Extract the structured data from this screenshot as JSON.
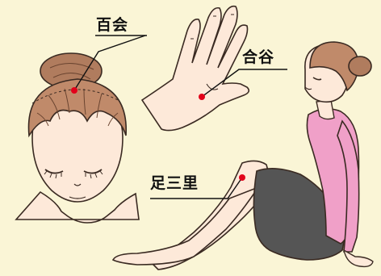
{
  "labels": {
    "baihui": "百会",
    "hegu": "合谷",
    "zusanli": "足三里"
  },
  "colors": {
    "background": "#faf5d6",
    "skin": "#fde9d9",
    "hair": "#c08a6a",
    "hair_bun": "#b07c5e",
    "top": "#f0a0c8",
    "pants": "#555555",
    "point": "#e2001a",
    "outline": "#3a2a22"
  },
  "points": [
    {
      "name": "百会"
    },
    {
      "name": "合谷"
    },
    {
      "name": "足三里"
    }
  ]
}
